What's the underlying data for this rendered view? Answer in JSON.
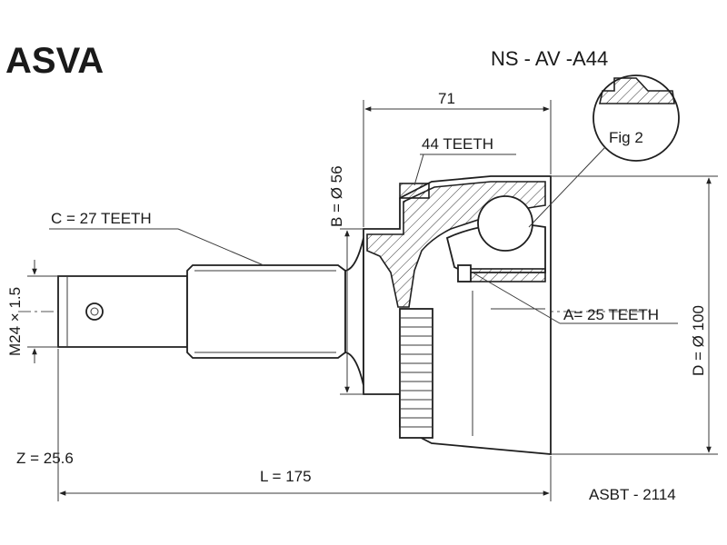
{
  "header": {
    "brand": "ASVA",
    "part_code": "NS - AV -A44"
  },
  "labels": {
    "fig": "Fig 2",
    "dim_71": "71",
    "teeth_44": "44 TEETH",
    "b_dia": "B = Ø 56",
    "c_teeth": "C = 27 TEETH",
    "m_thread": "M24 × 1.5",
    "a_teeth": "A= 25 TEETH",
    "d_dia": "D = Ø 100",
    "z_val": "Z = 25.6",
    "l_val": "L = 175",
    "ref_code": "ASBT - 2114"
  }
}
